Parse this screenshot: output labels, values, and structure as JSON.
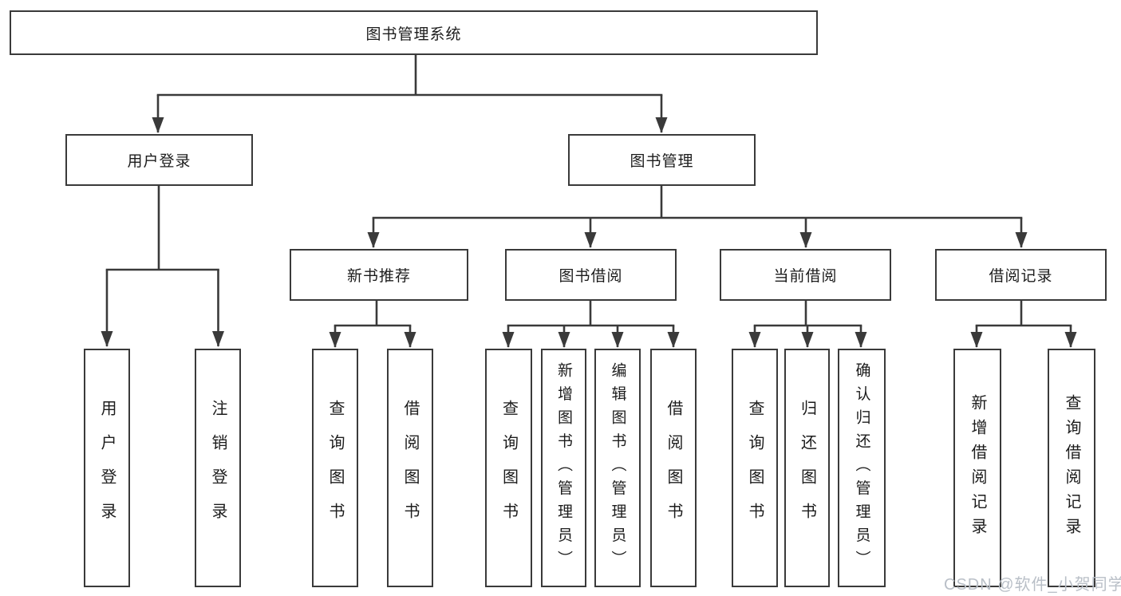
{
  "colors": {
    "line": "#3a3a3a",
    "text": "#1c1c1c",
    "background": "#ffffff",
    "watermark": "#b9bfc7"
  },
  "watermark": {
    "text": "CSDN @软件_小贺同学"
  },
  "diagram": {
    "type": "hierarchy-tree",
    "root": {
      "label": "图书管理系统"
    },
    "branches": [
      {
        "label": "用户登录",
        "children": [
          {
            "label": "用户登录"
          },
          {
            "label": "注销登录"
          }
        ]
      },
      {
        "label": "图书管理",
        "children": [
          {
            "label": "新书推荐",
            "children": [
              {
                "label": "查询图书"
              },
              {
                "label": "借阅图书"
              }
            ]
          },
          {
            "label": "图书借阅",
            "children": [
              {
                "label": "查询图书"
              },
              {
                "label": "新增图书（管理员）"
              },
              {
                "label": "编辑图书（管理员）"
              },
              {
                "label": "借阅图书"
              }
            ]
          },
          {
            "label": "当前借阅",
            "children": [
              {
                "label": "查询图书"
              },
              {
                "label": "归还图书"
              },
              {
                "label": "确认归还（管理员）"
              }
            ]
          },
          {
            "label": "借阅记录",
            "children": [
              {
                "label": "新增借阅记录"
              },
              {
                "label": "查询借阅记录"
              }
            ]
          }
        ]
      }
    ]
  }
}
